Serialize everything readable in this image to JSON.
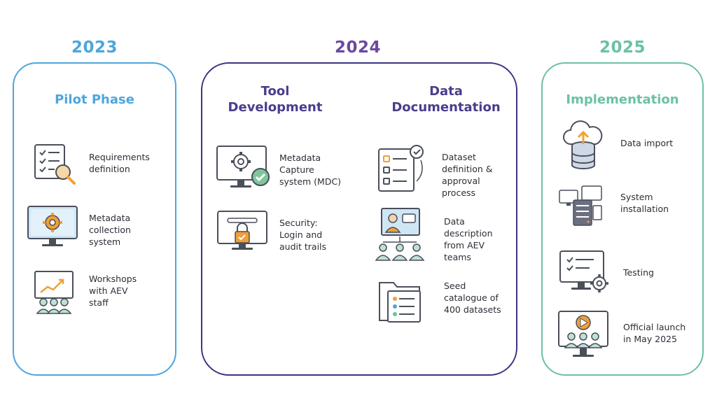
{
  "colors": {
    "y2023": "#4da6dc",
    "y2024": "#3b3582",
    "y2024_text": "#6a4aa0",
    "y2025": "#6cc1a4",
    "orange": "#f0a038",
    "ink": "#4a4f5a"
  },
  "col2023": {
    "year": "2023",
    "title": "Pilot Phase",
    "items": [
      {
        "icon": "checklist-magnifier-icon",
        "label": "Requirements definition"
      },
      {
        "icon": "monitor-gear-icon",
        "label": "Metadata collection system"
      },
      {
        "icon": "presentation-audience-icon",
        "label": "Workshops with AEV staff"
      }
    ]
  },
  "col2024": {
    "year": "2024",
    "tool": {
      "title": "Tool Development",
      "items": [
        {
          "icon": "monitor-gear-check-icon",
          "label": "Metadata Capture system (MDC)"
        },
        {
          "icon": "monitor-padlock-icon",
          "label": "Security: Login and audit trails"
        }
      ]
    },
    "doc": {
      "title": "Data Documentation",
      "items": [
        {
          "icon": "checklist-approval-icon",
          "label": "Dataset definition & approval process"
        },
        {
          "icon": "team-presentation-icon",
          "label": "Data description from AEV teams"
        },
        {
          "icon": "folder-catalogue-icon",
          "label": "Seed catalogue of 400 datasets"
        }
      ]
    }
  },
  "col2025": {
    "year": "2025",
    "title": "Implementation",
    "items": [
      {
        "icon": "cloud-database-upload-icon",
        "label": "Data import"
      },
      {
        "icon": "servers-computers-icon",
        "label": "System installation"
      },
      {
        "icon": "monitor-checklist-gear-icon",
        "label": "Testing"
      },
      {
        "icon": "video-launch-audience-icon",
        "label": "Official launch in May 2025"
      }
    ]
  }
}
